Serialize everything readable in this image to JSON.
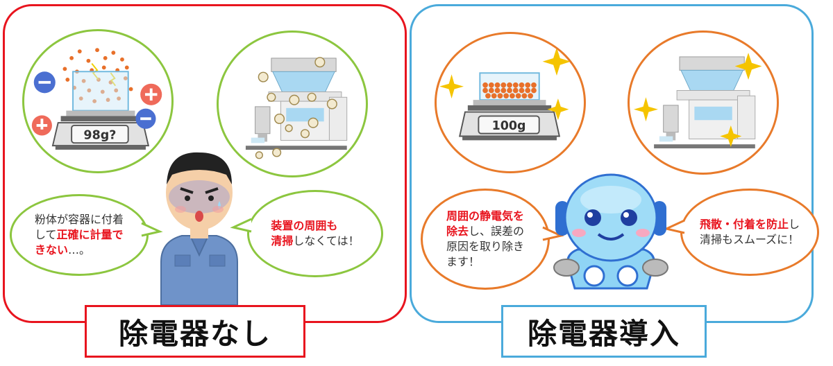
{
  "left": {
    "title": "除電器なし",
    "scale_reading": "98g?",
    "ion_minus": "−",
    "ion_plus": "+",
    "bubble1_lines": [
      {
        "plain_before": "粉体が容器に付着",
        "red": "",
        "plain_after": ""
      },
      {
        "plain_before": "して",
        "red": "正確に計量で",
        "plain_after": ""
      },
      {
        "plain_before": "",
        "red": "きない",
        "plain_after": "…。"
      }
    ],
    "bubble2_lines": [
      {
        "plain_before": "",
        "red": "装置の周囲も",
        "plain_after": ""
      },
      {
        "plain_before": "",
        "red": "清掃",
        "plain_after": "しなくては！"
      }
    ]
  },
  "right": {
    "title": "除電器導入",
    "scale_reading": "100g",
    "bubble1_lines": [
      {
        "plain_before": "",
        "red": "周囲の静電気を",
        "plain_after": ""
      },
      {
        "plain_before": "",
        "red": "除去",
        "plain_after": "し、誤差の"
      },
      {
        "plain_before": "原因を取り除き",
        "red": "",
        "plain_after": ""
      },
      {
        "plain_before": "ます！",
        "red": "",
        "plain_after": ""
      }
    ],
    "bubble2_lines": [
      {
        "plain_before": "",
        "red": "飛散・付着を防止",
        "plain_after": "し"
      },
      {
        "plain_before": "清掃もスムーズに！",
        "red": "",
        "plain_after": ""
      }
    ]
  },
  "colors": {
    "red_border": "#e8141e",
    "blue_border": "#4aaadb",
    "green": "#8cc63f",
    "orange": "#e87a2a",
    "emphasis": "#e8141e"
  },
  "icons": [
    "minus-ion-icon",
    "plus-ion-icon",
    "sparkle-icon",
    "powder-cloud-icon",
    "scale-icon",
    "machine-icon",
    "worker-character",
    "robot-character"
  ]
}
